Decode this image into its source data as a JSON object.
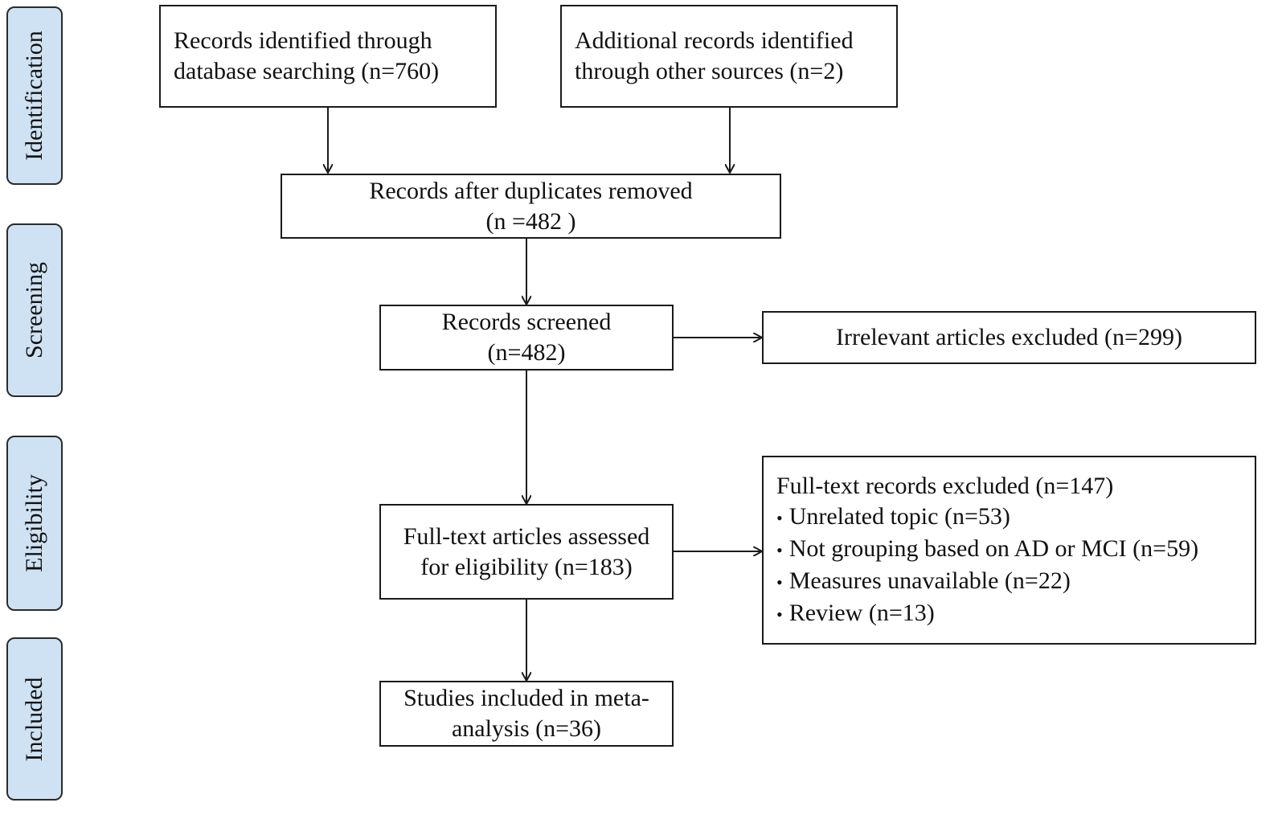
{
  "phases": [
    {
      "label": "Identification"
    },
    {
      "label": "Screening"
    },
    {
      "label": "Eligibility"
    },
    {
      "label": "Included"
    }
  ],
  "boxes": {
    "db_search": [
      "Records identified through",
      "database searching (n=760)"
    ],
    "other_sources": [
      "Additional records identified",
      "through other sources (n=2)"
    ],
    "duplicates_removed": [
      "Records after duplicates removed",
      "(n =482 )"
    ],
    "screened": [
      "Records screened",
      "(n=482)"
    ],
    "irrelevant_excluded": [
      "Irrelevant articles excluded (n=299)"
    ],
    "fulltext_assessed": [
      "Full-text articles assessed",
      "for eligibility (n=183)"
    ],
    "fulltext_excluded": {
      "title": "Full-text records excluded (n=147)",
      "items": [
        "Unrelated topic (n=53)",
        "Not grouping based on AD or MCI (n=59)",
        "Measures unavailable (n=22)",
        "Review  (n=13)"
      ]
    },
    "included": [
      "Studies included in meta-",
      "analysis (n=36)"
    ]
  },
  "colors": {
    "phase_fill": "#cfe2f3",
    "stroke": "#1a1a1a"
  }
}
